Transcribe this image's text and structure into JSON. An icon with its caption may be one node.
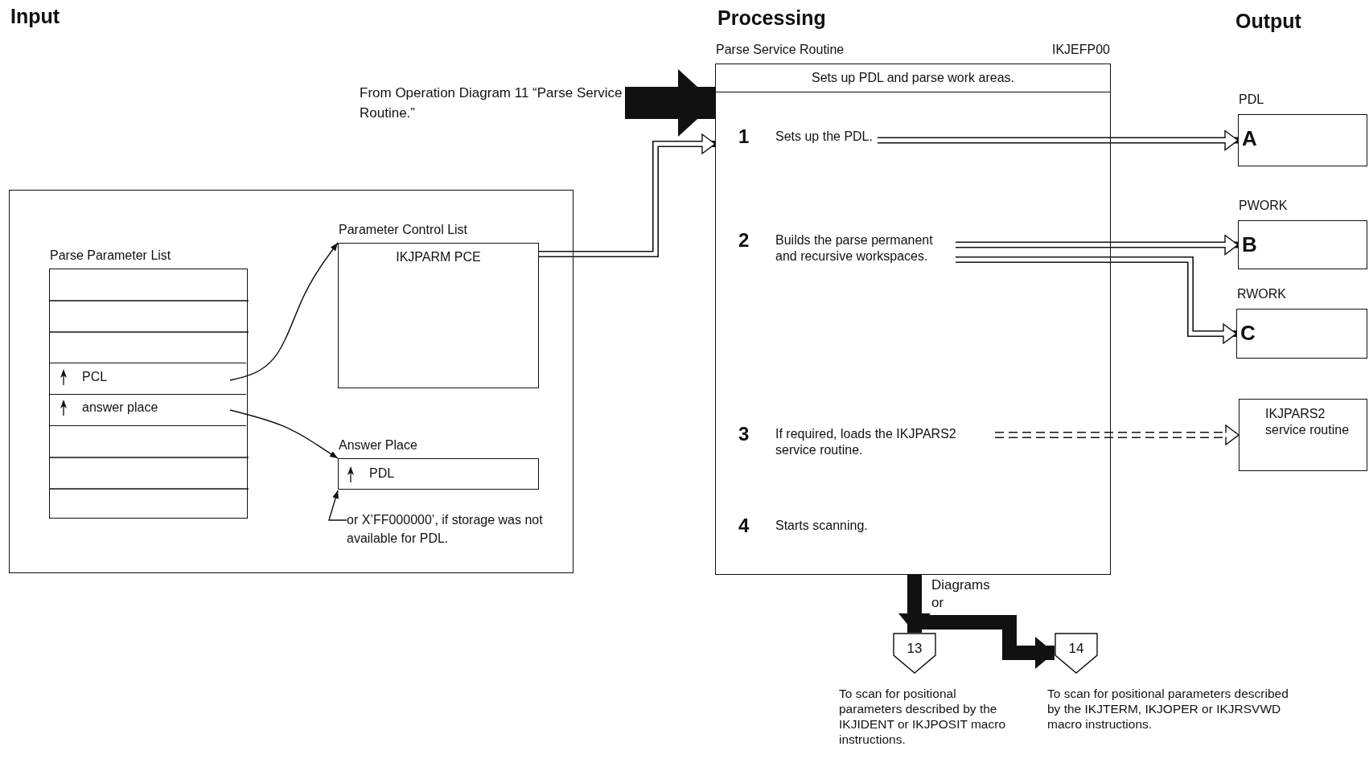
{
  "diagram": {
    "nodes": [
      {
        "text": [],
        "shape": "box"
      },
      {
        "text": [
          "Parse Parameter List"
        ],
        "in": 0
      },
      {
        "text": [
          "PCL"
        ],
        "in": 1
      },
      {
        "text": [
          "answer place"
        ],
        "in": 1
      },
      {
        "text": [
          "Parameter Control List",
          "IKJPARM PCE"
        ],
        "in": 0
      },
      {
        "text": [
          "Answer Place",
          "PDL"
        ],
        "in": 0
      },
      {
        "text": [
          "or X’FF000000’, if storage was not available for PDL."
        ],
        "in": 0
      },
      {
        "text": [
          "Parse Service Routine",
          "IKJEFP00",
          "Sets up PDL and parse work areas."
        ]
      },
      {
        "text": [
          "1",
          "Sets up the PDL."
        ],
        "in": 7
      },
      {
        "text": [
          "2",
          "Builds the parse permanent and recursive workspaces."
        ],
        "in": 7
      },
      {
        "text": [
          "3",
          "If required, loads the IKJPARS2 service routine."
        ],
        "in": 7
      },
      {
        "text": [
          "4",
          "Starts scanning."
        ],
        "in": 7
      },
      {
        "text": [
          "PDL",
          "A"
        ]
      },
      {
        "text": [
          "PWORK",
          "B"
        ]
      },
      {
        "text": [
          "RWORK",
          "C"
        ]
      },
      {
        "text": [
          "IKJPARS2 service routine"
        ]
      },
      {
        "text": [
          "13"
        ],
        "beside": [
          "To scan for positional parameters described by the IKJIDENT or IKJPOSIT macro instructions."
        ]
      },
      {
        "text": [
          "14"
        ],
        "beside": [
          "To scan for positional parameters described by the IKJTERM, IKJOPER or IKJRSVWD macro instructions."
        ]
      },
      {
        "text": [
          "From Operation Diagram 11 “Parse Service Routine.”"
        ]
      }
    ],
    "edges": [
      {
        "from": 2,
        "to": 4,
        "arrow": "to"
      },
      {
        "from": 3,
        "to": 5,
        "arrow": "to"
      },
      {
        "from": 6,
        "to": 5,
        "arrow": "to"
      },
      {
        "from": 4,
        "to": 7,
        "arrow": "to"
      },
      {
        "from": 18,
        "to": 7,
        "arrow": "to",
        "style": "thick"
      },
      {
        "from": 8,
        "to": 12,
        "arrow": "to"
      },
      {
        "from": 9,
        "to": 13,
        "arrow": "to"
      },
      {
        "from": 9,
        "to": 14,
        "arrow": "to"
      },
      {
        "from": 10,
        "to": 15,
        "arrow": "to",
        "style": "dashed"
      },
      {
        "from": 7,
        "to": 16,
        "arrow": "to",
        "style": "thick"
      },
      {
        "from": 7,
        "to": 17,
        "arrow": "to",
        "style": "thick"
      }
    ],
    "labels": [
      "Input",
      "Processing",
      "Output",
      "Diagrams",
      "or"
    ]
  }
}
